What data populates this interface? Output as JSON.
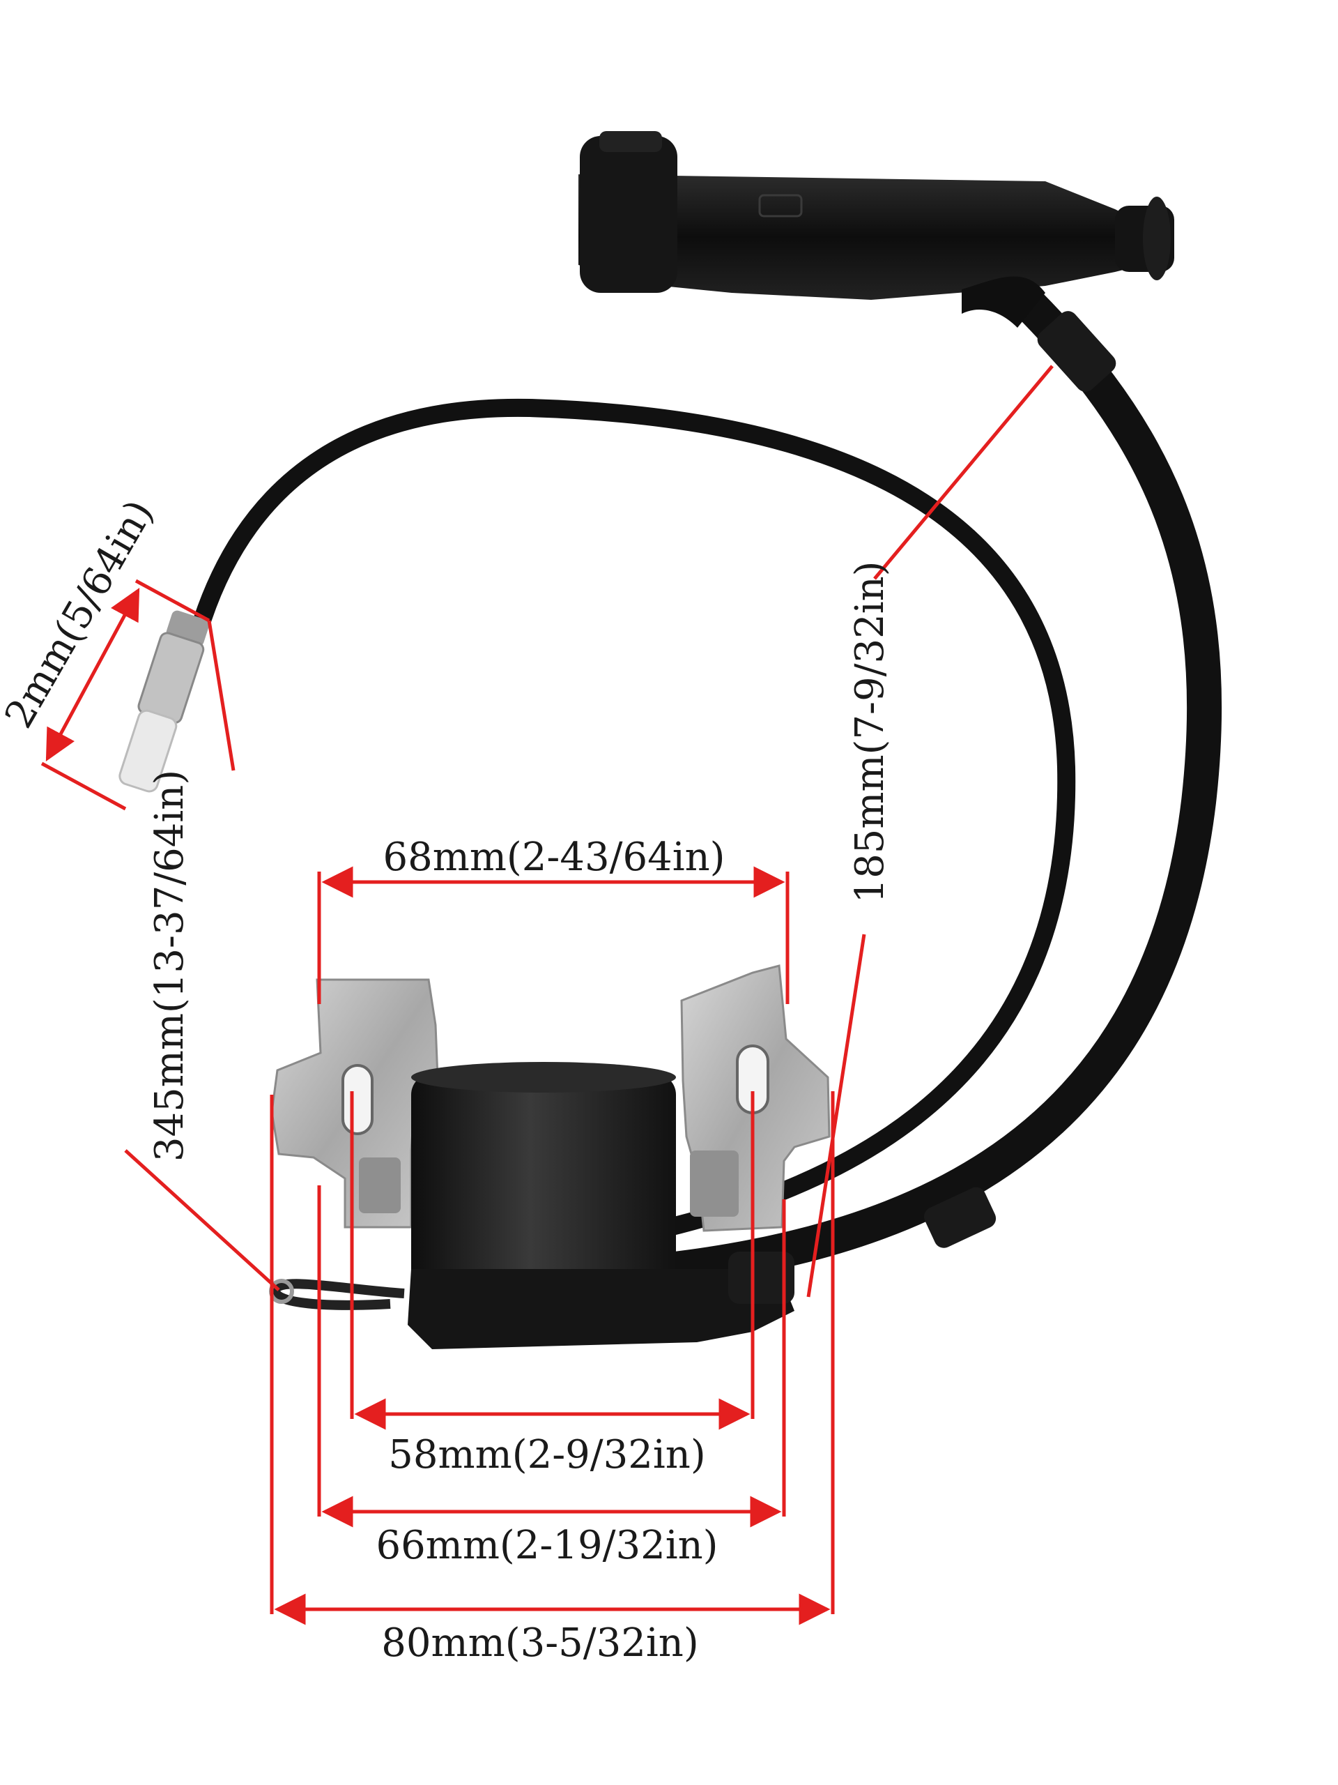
{
  "colors": {
    "background": "#ffffff",
    "dimension_line": "#e41f1f",
    "cable": "#111111",
    "coil_body": "#1c1c1c",
    "bracket_metal": "#b9b9b9",
    "terminal": "#d8d8d8",
    "label_text": "#1a1a1a"
  },
  "dimensions": {
    "top_width": "68mm(2-43/64in)",
    "slot_spacing": "58mm(2-9/32in)",
    "inner_width": "66mm(2-19/32in)",
    "overall_width": "80mm(3-5/32in)",
    "wire_length": "345mm(13-37/64in)",
    "lead_length": "185mm(7-9/32in)",
    "terminal_diameter": "2mm(5/64in)"
  },
  "product": {
    "part": "ignition coil with spark plug boot",
    "icons": [
      "spark-plug-boot-icon",
      "ignition-coil-icon",
      "bullet-terminal-icon"
    ]
  }
}
